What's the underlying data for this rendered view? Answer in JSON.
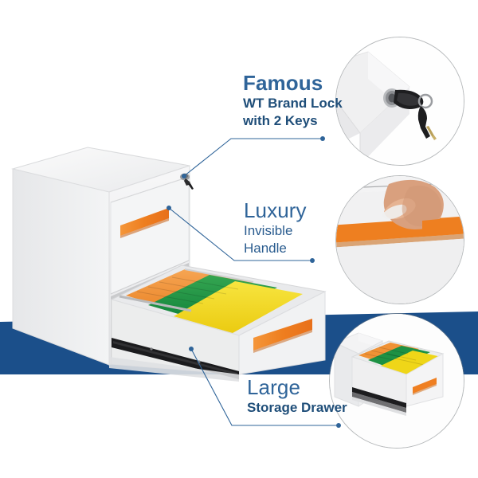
{
  "page": {
    "kind": "product-feature-infographic",
    "product": "two-drawer steel filing cabinet",
    "background_color": "#ffffff",
    "accent_blue": "#2f6499",
    "band_blue": "#1b4f8a",
    "handle_orange": "#ef7f21",
    "cabinet_white": "#f2f2f2"
  },
  "band": {
    "name": "floor-band",
    "color": "#1b4f8a"
  },
  "callouts": [
    {
      "id": "lock",
      "title": "Famous",
      "sub_line1": "WT Brand Lock",
      "sub_line2": "with 2 Keys",
      "leader_dot_on_product": "cabinet-lock-cylinder",
      "photo_caption": "lock-with-two-keys"
    },
    {
      "id": "handle",
      "title": "Luxury",
      "sub_line1": "Invisible",
      "sub_line2": "Handle",
      "leader_dot_on_product": "top-drawer-orange-handle",
      "photo_caption": "hand-gripping-orange-recessed-handle"
    },
    {
      "id": "drawer",
      "title": "Large",
      "sub_line1": "Storage Drawer",
      "sub_line2": "",
      "leader_dot_on_product": "open-bottom-drawer-front",
      "photo_caption": "open-drawer-with-hanging-folders"
    }
  ],
  "folders": {
    "colors": [
      "#f0902f",
      "#1f9440",
      "#f2d817"
    ],
    "labels": [
      "orange-hanging-folders",
      "green-hanging-folders",
      "yellow-hanging-folders"
    ]
  },
  "cabinet": {
    "drawer_count": 2,
    "top_drawer_state": "closed",
    "bottom_drawer_state": "open",
    "handle_color": "#ef7f21",
    "lock": "silver-cylinder-with-black-keys"
  }
}
